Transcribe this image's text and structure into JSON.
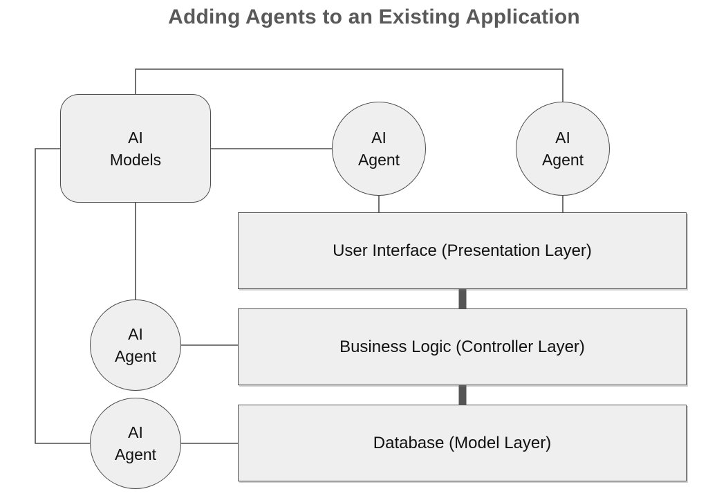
{
  "title": "Adding Agents to an Existing Application",
  "colors": {
    "title_text": "#595959",
    "node_fill": "#efefef",
    "node_border": "#4d4d4d",
    "node_text": "#111111",
    "connector_line": "#4d4d4d",
    "thick_connector": "#555555",
    "background": "#ffffff"
  },
  "nodes": {
    "ai_models": {
      "line1": "AI",
      "line2": "Models"
    },
    "agent_top_1": {
      "line1": "AI",
      "line2": "Agent"
    },
    "agent_top_2": {
      "line1": "AI",
      "line2": "Agent"
    },
    "agent_mid_left": {
      "line1": "AI",
      "line2": "Agent"
    },
    "agent_bottom_left": {
      "line1": "AI",
      "line2": "Agent"
    }
  },
  "layers": {
    "ui": {
      "label": "User Interface (Presentation Layer)"
    },
    "business": {
      "label": "Business Logic (Controller Layer)"
    },
    "database": {
      "label": "Database (Model Layer)"
    }
  }
}
